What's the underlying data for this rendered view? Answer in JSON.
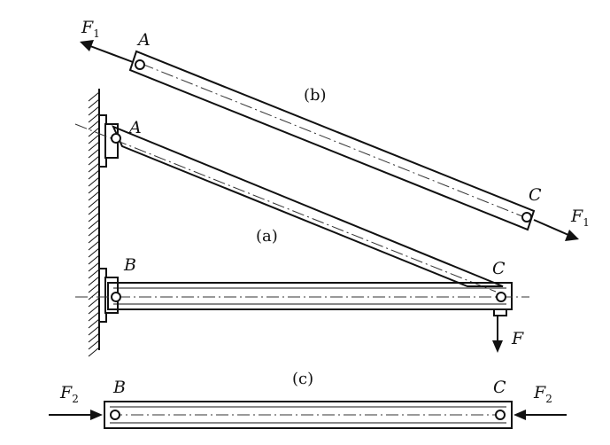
{
  "labels": {
    "a": "A",
    "b": "B",
    "c": "C",
    "f": "F",
    "f1": "F",
    "f1_sub": "1",
    "f2": "F",
    "f2_sub": "2"
  },
  "captions": {
    "a": "(a)",
    "b": "(b)",
    "c": "(c)"
  }
}
